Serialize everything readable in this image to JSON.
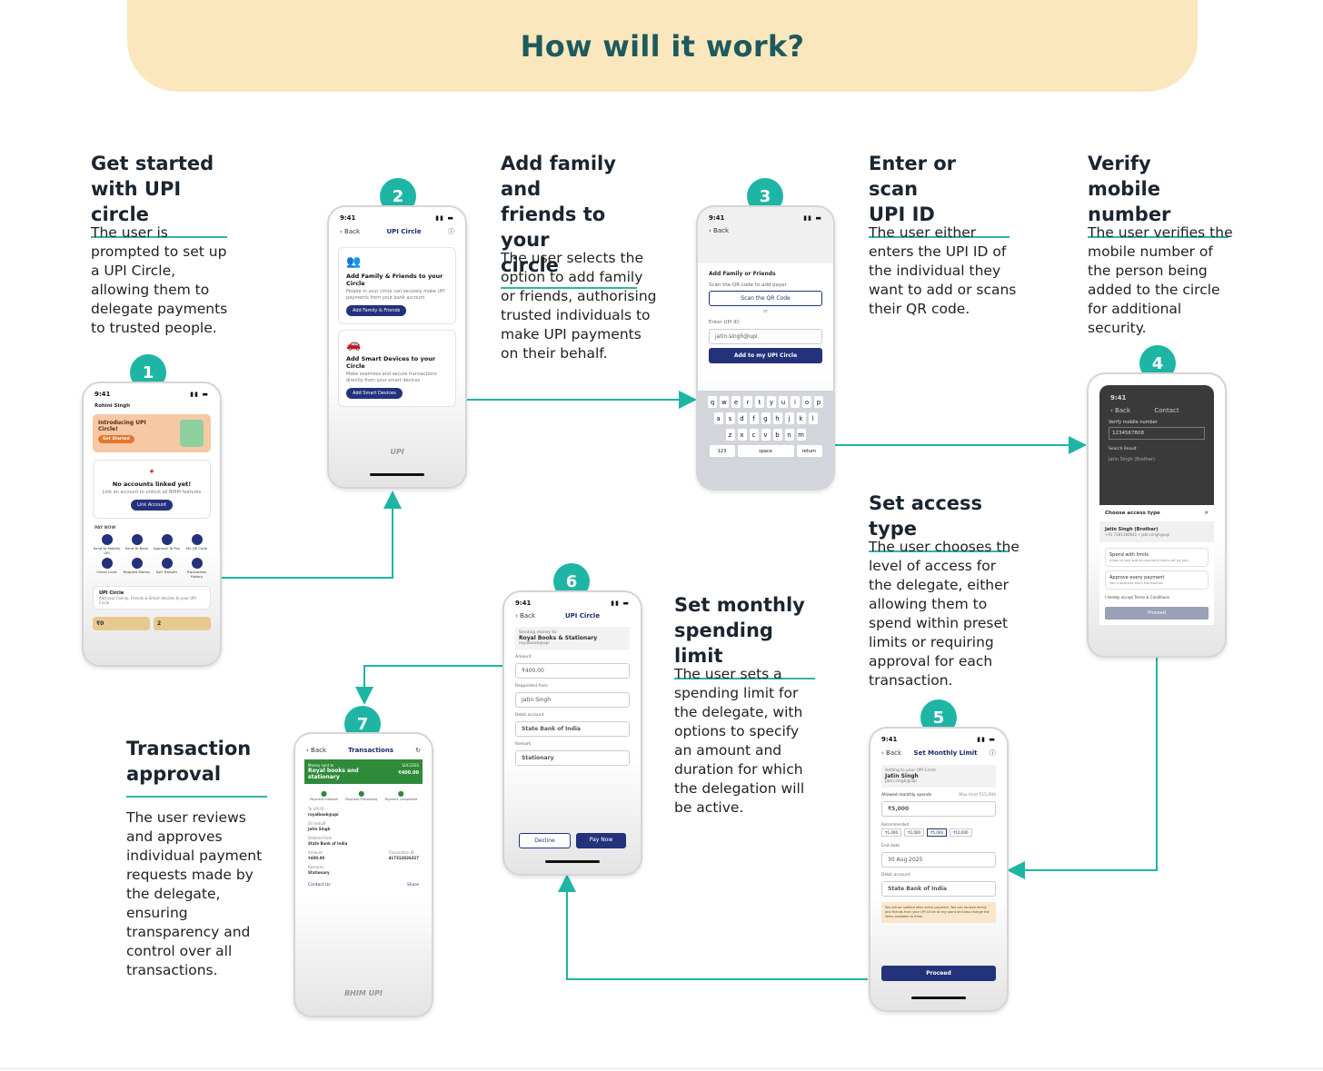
{
  "header": {
    "title": "How will it work?"
  },
  "colors": {
    "teal": "#1fb5a5",
    "navy": "#23327a",
    "banner": "#fbe7bd"
  },
  "steps": [
    {
      "number": "1",
      "title_l1": "Get started",
      "title_l2": "with UPI circle",
      "desc": [
        "The user is",
        "prompted to set up",
        "a UPI Circle,",
        "allowing them to",
        "delegate payments",
        "to trusted people."
      ]
    },
    {
      "number": "2",
      "title_l1": "Add family and",
      "title_l2": "friends to your",
      "title_l3": "circle",
      "desc": [
        "The user selects the",
        "option to add family",
        "or friends, authorising",
        "trusted individuals to",
        "make UPI payments",
        "on their behalf."
      ]
    },
    {
      "number": "3",
      "title_l1": "Enter or scan",
      "title_l2": "UPI ID",
      "desc": [
        "The user either",
        "enters the UPI ID of",
        "the individual they",
        "want to add or scans",
        "their QR code."
      ]
    },
    {
      "number": "4",
      "title_l1": "Verify mobile",
      "title_l2": "number",
      "desc": [
        "The user verifies the",
        "mobile number of",
        "the person being",
        "added to the circle",
        "for additional",
        "security."
      ]
    },
    {
      "number": "5",
      "title_l1": "Set access type",
      "desc": [
        "The user chooses the",
        "level of access for",
        "the delegate, either",
        "allowing them to",
        "spend within preset",
        "limits or requiring",
        "approval for each",
        "transaction."
      ]
    },
    {
      "number": "6",
      "title_l1": "Set monthly",
      "title_l2": "spending limit",
      "desc": [
        "The user sets a",
        "spending limit for",
        "the delegate, with",
        "options to specify",
        "an amount and",
        "duration for which",
        "the delegation will",
        "be active."
      ]
    },
    {
      "number": "7",
      "title_l1": "Transaction",
      "title_l2": "approval",
      "desc": [
        "The user reviews",
        "and approves",
        "individual payment",
        "requests made by",
        "the delegate,",
        "ensuring",
        "transparency and",
        "control over all",
        "transactions."
      ]
    }
  ],
  "screens": {
    "s1": {
      "time": "9:41",
      "user": "Rohini Singh",
      "promo": "Introducing UPI Circle!",
      "promo_btn": "Get Started",
      "empty_title": "No accounts linked yet!",
      "empty_sub": "Link an account to unlock all BHIM features",
      "link_btn": "Link Account",
      "section": "PAY NOW",
      "actions": [
        "Send to Mobile/ UPI",
        "Send To Bank",
        "Approve To Pay",
        "My QR Code",
        "Check Limit",
        "Request Money",
        "Self Transfer",
        "Transaction History"
      ],
      "circle_item": "UPI Circle",
      "circle_sub": "Add your Family, Friends & Smart devices to your UPI Circle",
      "upi_lite": "₹0",
      "credit": "2"
    },
    "s2": {
      "time": "9:41",
      "back": "Back",
      "title": "UPI Circle",
      "card1_title": "Add Family & Friends to your Circle",
      "card1_sub": "People in your circle can securely make UPI payments from your bank account",
      "card1_btn": "Add Family & Friends",
      "card2_title": "Add Smart Devices to your Circle",
      "card2_sub": "Make seamless and secure transactions directly from your smart devices",
      "card2_btn": "Add Smart Devices"
    },
    "s3": {
      "time": "9:41",
      "back": "Back",
      "heading": "Add Family or Friends",
      "scan_label": "Scan the QR code to add payer",
      "scan_btn": "Scan the QR Code",
      "or": "or",
      "upi_label": "Enter UPI ID",
      "upi_value": "jatin.singh@upi",
      "add_btn": "Add to my UPI Circle",
      "kb_row1": [
        "q",
        "w",
        "e",
        "r",
        "t",
        "y",
        "u",
        "i",
        "o",
        "p"
      ],
      "kb_row2": [
        "a",
        "s",
        "d",
        "f",
        "g",
        "h",
        "j",
        "k",
        "l"
      ],
      "kb_row3": [
        "z",
        "x",
        "c",
        "v",
        "b",
        "n",
        "m"
      ],
      "kb_num": "123",
      "kb_space": "space",
      "kb_return": "return"
    },
    "s4": {
      "time": "9:41",
      "back": "Back",
      "title": "Contact",
      "mobile_label": "Verify mobile number",
      "mobile_value": "1234567808",
      "search": "Search Result",
      "contact_name": "Jatin Singh (Brother)",
      "sheet_title": "Choose access type",
      "selected": "Jatin Singh (Brother)",
      "selected_sub": "+91 7181184841 • jatin.singh@upi",
      "opt1": "Spend with limits",
      "opt1_sub": "Allow to pay within payment limits set by you",
      "opt2": "Approve every payment",
      "opt2_sub": "You'll approve each transaction",
      "consent": "I hereby accept Terms & Conditions",
      "proceed": "Proceed"
    },
    "s5": {
      "time": "9:41",
      "back": "Back",
      "title": "Set Monthly Limit",
      "adding": "Adding to your UPI Circle",
      "name": "Jatin Singh",
      "upi": "jatin.singh@upi",
      "spend_label": "Allowed monthly spends",
      "max": "Max limit ₹15,000",
      "amount": "₹5,000",
      "rec": "Recommended",
      "chips": [
        "₹1,000",
        "₹2,000",
        "₹5,000",
        "₹10,000"
      ],
      "end_label": "End date",
      "end_value": "30 Aug 2025",
      "debit_label": "Debit account",
      "bank": "State Bank of India",
      "note": "You will be notified after every payment. You can remove family and friends from your UPI Circle at any point and also change the limits available to them.",
      "proceed": "Proceed"
    },
    "s6": {
      "time": "9:41",
      "back": "Back",
      "title": "UPI Circle",
      "sending": "Sending money to",
      "payee": "Royal Books & Stationary",
      "payee_upi": "royalbook@upi",
      "amount_label": "Amount",
      "amount": "₹400.00",
      "req_label": "Requested from",
      "req_value": "Jatin Singh",
      "debit_label": "Debit account",
      "bank": "State Bank of India",
      "remark_label": "Remark",
      "remark": "Stationary",
      "decline": "Decline",
      "pay": "Pay Now"
    },
    "s7": {
      "back": "Back",
      "title": "Transactions",
      "sent": "Money sent to",
      "payee": "Royal books and stationary",
      "status": "SUCCESS",
      "amount": "₹400.00",
      "steps": [
        "Payment Initiated",
        "Payment Processing",
        "Payment Completed"
      ],
      "to_label": "To UPI ID",
      "to_value": "royalbook@upi",
      "behalf_label": "On behalf",
      "behalf_value": "Jatin Singh",
      "debited_label": "Debited from",
      "bank": "State Bank of India",
      "amt_label": "Amount",
      "amt_value": "₹400.00",
      "txn_label": "Transaction ID",
      "txn_value": "417312826327",
      "remarks_label": "Remarks",
      "remarks_value": "Stationary",
      "contact": "Contact Us",
      "share": "Share"
    }
  }
}
